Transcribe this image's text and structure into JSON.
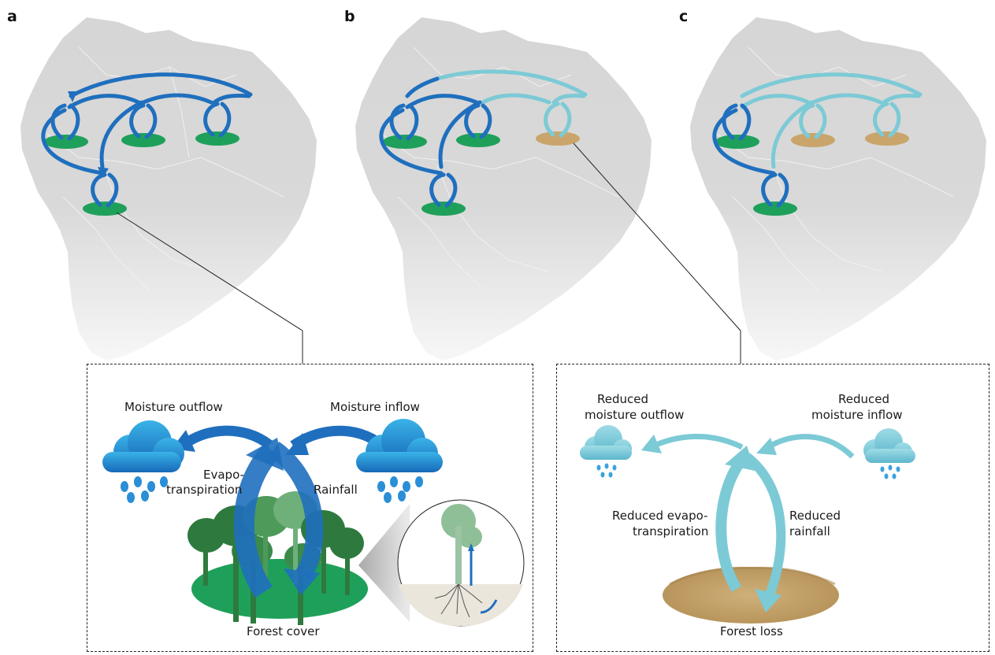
{
  "panels": {
    "a": {
      "letter": "a"
    },
    "b": {
      "letter": "b"
    },
    "c": {
      "letter": "c"
    }
  },
  "inset_forest": {
    "moisture_outflow": "Moisture outflow",
    "moisture_inflow": "Moisture inflow",
    "evapo_line1": "Evapo-",
    "evapo_line2": "transpiration",
    "rainfall": "Rainfall",
    "forest_cover": "Forest cover"
  },
  "inset_loss": {
    "outflow_line1": "Reduced",
    "outflow_line2": "moisture outflow",
    "inflow_line1": "Reduced",
    "inflow_line2": "moisture inflow",
    "evapo_line1": "Reduced evapo-",
    "evapo_line2": "transpiration",
    "rainfall_line1": "Reduced",
    "rainfall_line2": "rainfall",
    "forest_loss": "Forest loss"
  },
  "colors": {
    "map": "#d9d9d9",
    "strong_arrow": "#1f6fbe",
    "weak_arrow": "#7ccad6",
    "forest": "#1fa05a",
    "deforested": "#c9a56b",
    "tree": "#2e7a3e"
  }
}
